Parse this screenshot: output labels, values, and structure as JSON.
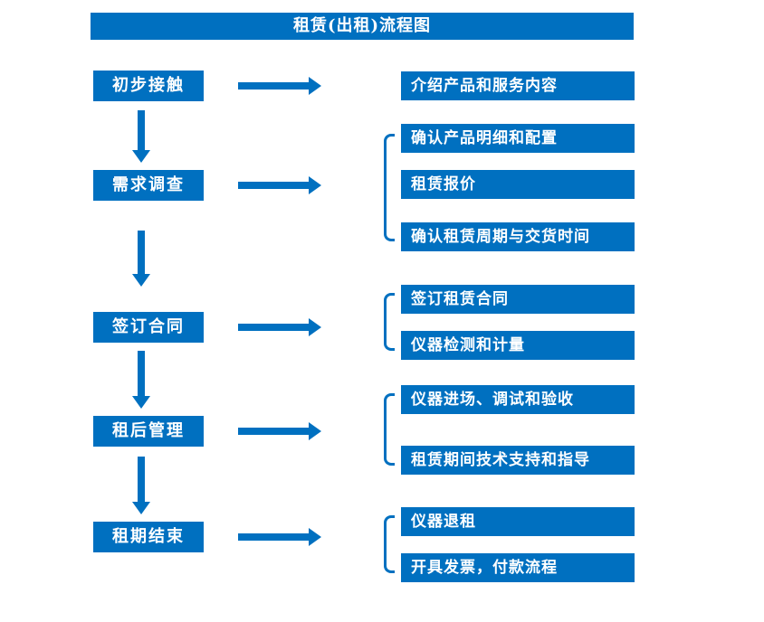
{
  "title": "租赁(出租)流程图",
  "colors": {
    "primary": "#0070C0"
  },
  "stages": [
    {
      "label": "初步接触",
      "items": [
        "介绍产品和服务内容"
      ]
    },
    {
      "label": "需求调查",
      "items": [
        "确认产品明细和配置",
        "租赁报价",
        "确认租赁周期与交货时间"
      ]
    },
    {
      "label": "签订合同",
      "items": [
        "签订租赁合同",
        "仪器检测和计量"
      ]
    },
    {
      "label": "租后管理",
      "items": [
        "仪器进场、调试和验收",
        "租赁期间技术支持和指导"
      ]
    },
    {
      "label": "租期结束",
      "items": [
        "仪器退租",
        "开具发票，付款流程"
      ]
    }
  ]
}
